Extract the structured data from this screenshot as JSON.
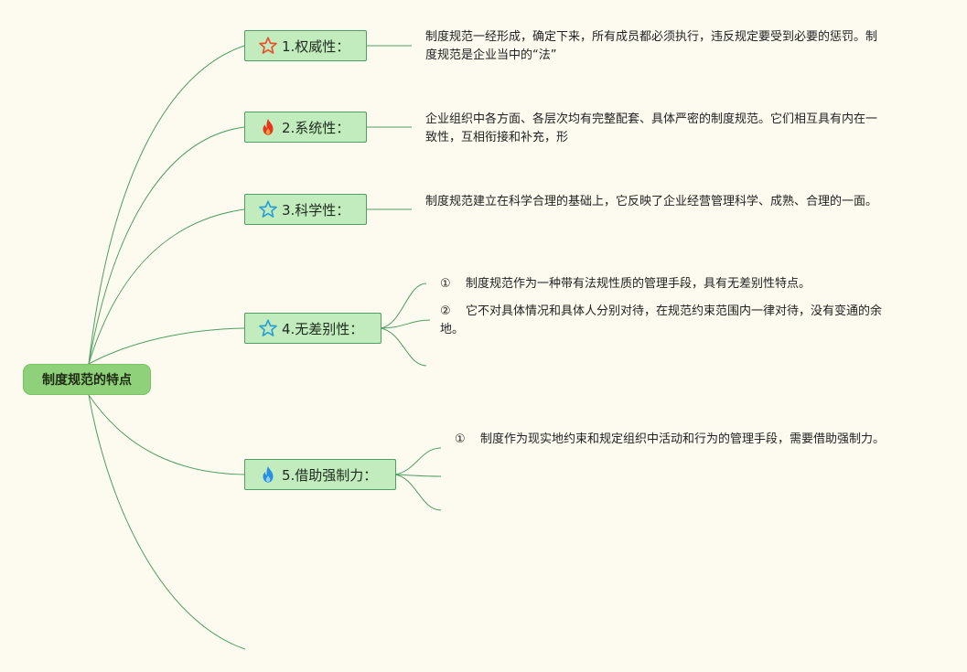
{
  "root": {
    "label": "制度规范的特点"
  },
  "branches": [
    {
      "label": "1.权威性：",
      "icon": "star-outline-icon",
      "icon_color": "#e8512f",
      "text": "制度规范一经形成，确定下来，所有成员都必须执行，违反规定要受到必要的惩罚。制度规范是企业当中的“法”"
    },
    {
      "label": "2.系统性：",
      "icon": "flame-icon",
      "icon_color": "#e8361e",
      "text": "企业组织中各方面、各层次均有完整配套、具体严密的制度规范。它们相互具有内在一致性，互相衔接和补充，形"
    },
    {
      "label": "3.科学性：",
      "icon": "star-outline-icon",
      "icon_color": "#2a9fd6",
      "text": "制度规范建立在科学合理的基础上，它反映了企业经营管理科学、成熟、合理的一面。"
    },
    {
      "label": "4.无差别性：",
      "icon": "star-outline-icon",
      "icon_color": "#2a9fd6",
      "items": [
        {
          "num": "①",
          "text": "制度规范作为一种带有法规性质的管理手段，具有无差别性特点。"
        },
        {
          "num": "②",
          "text": "它不对具体情况和具体人分别对待，在规范约束范围内一律对待，没有变通的余地。"
        }
      ]
    },
    {
      "label": "5.借助强制力：",
      "icon": "flame-icon",
      "icon_color": "#2a8fe0",
      "items": [
        {
          "num": "①",
          "text": "制度作为现实地约束和规定组织中活动和行为的管理手段，需要借助强制力。"
        }
      ]
    }
  ],
  "colors": {
    "background": "#fdfbef",
    "line": "#4f9e64",
    "root_fill": "#8fd17a",
    "branch_fill": "#c2ecbd"
  }
}
